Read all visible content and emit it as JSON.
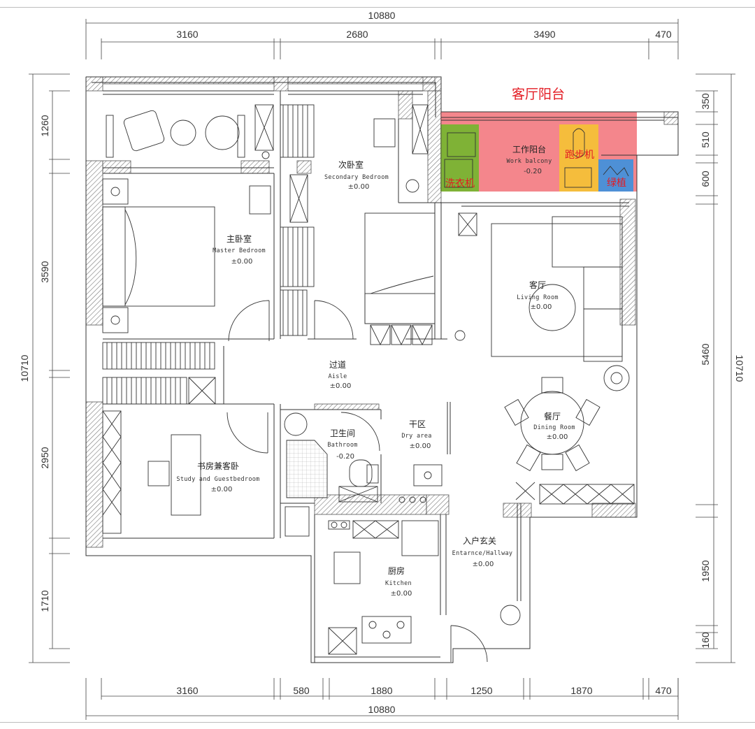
{
  "dimensions": {
    "top_total": "10880",
    "top": [
      "3160",
      "2680",
      "3490",
      "470"
    ],
    "bottom": [
      "3160",
      "580",
      "1880",
      "1250",
      "1870",
      "470"
    ],
    "bottom_total": "10880",
    "left_total": "10710",
    "left": [
      "1260",
      "3590",
      "2950",
      "1710"
    ],
    "right_total": "10710",
    "right": [
      "350",
      "510",
      "600",
      "5460",
      "1950",
      "160"
    ]
  },
  "rooms": {
    "balcony_title": "客厅阳台",
    "work_balcony": {
      "cn": "工作阳台",
      "en": "Work balcony",
      "level": "-0.20"
    },
    "washer": "洗衣机",
    "treadmill": "跑步机",
    "plants": "绿植",
    "secondary_bedroom": {
      "cn": "次卧室",
      "en": "Secondary Bedroom",
      "level": "±0.00"
    },
    "master_bedroom": {
      "cn": "主卧室",
      "en": "Master Bedroom",
      "level": "±0.00"
    },
    "living_room": {
      "cn": "客厅",
      "en": "Living Room",
      "level": "±0.00"
    },
    "aisle": {
      "cn": "过道",
      "en": "Aisle",
      "level": "±0.00"
    },
    "bathroom": {
      "cn": "卫生间",
      "en": "Bathroom",
      "level": "-0.20"
    },
    "dry_area": {
      "cn": "干区",
      "en": "Dry area",
      "level": "±0.00"
    },
    "dining_room": {
      "cn": "餐厅",
      "en": "Dining Room",
      "level": "±0.00"
    },
    "study": {
      "cn": "书房兼客卧",
      "en": "Study and Guestbedroom",
      "level": "±0.00"
    },
    "entrance": {
      "cn": "入户玄关",
      "en": "Entarnce/Hallway",
      "level": "±0.00"
    },
    "kitchen": {
      "cn": "厨房",
      "en": "Kitchen",
      "level": "±0.00"
    }
  },
  "colors": {
    "balcony_red": "#f4868c",
    "washer_green": "#7fb236",
    "treadmill_yellow": "#f5bd3c",
    "plants_blue": "#4e90d6",
    "label_red": "#e31b23"
  }
}
